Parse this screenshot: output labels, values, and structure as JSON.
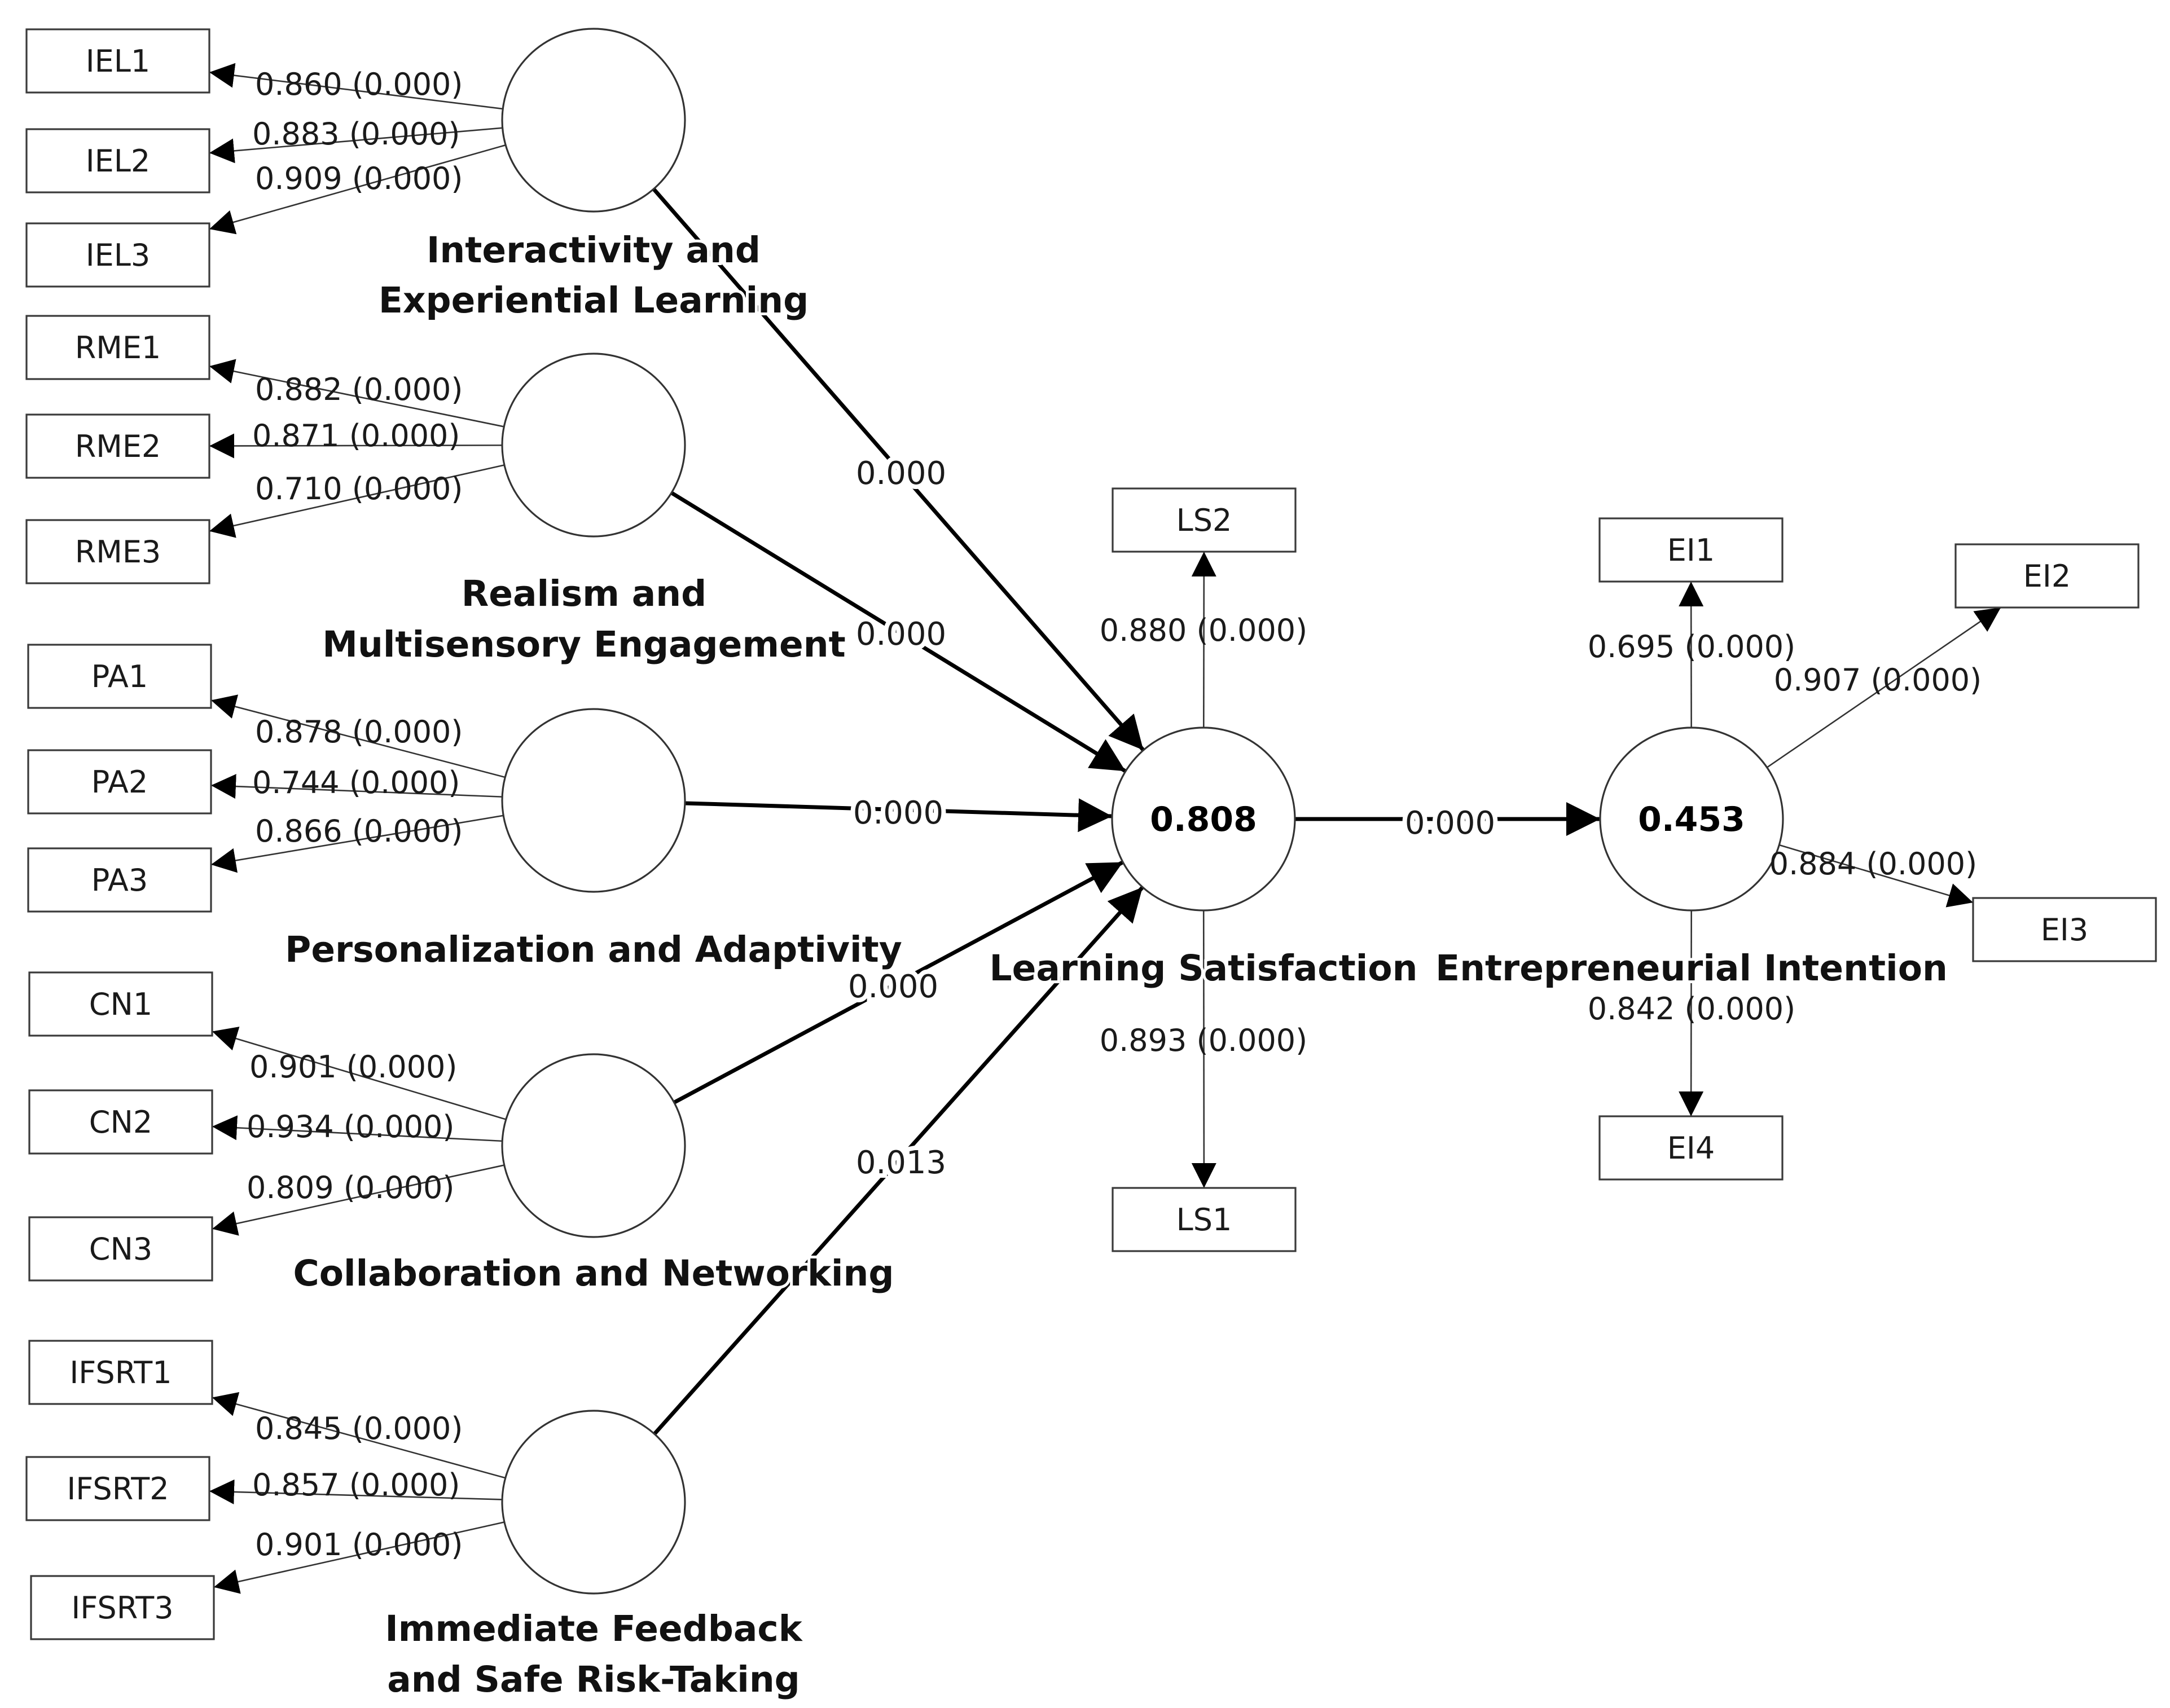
{
  "constructs": [
    {
      "id": "IEL",
      "name_lines": [
        "Interactivity and",
        "Experiential Learning"
      ],
      "r2": ""
    },
    {
      "id": "RME",
      "name_lines": [
        "Realism and",
        "Multisensory Engagement"
      ],
      "r2": ""
    },
    {
      "id": "PA",
      "name_lines": [
        "Personalization and Adaptivity"
      ],
      "r2": ""
    },
    {
      "id": "CN",
      "name_lines": [
        "Collaboration and Networking"
      ],
      "r2": ""
    },
    {
      "id": "IFSRT",
      "name_lines": [
        "Immediate Feedback",
        "and Safe Risk-Taking"
      ],
      "r2": ""
    },
    {
      "id": "LS",
      "name_lines": [
        "Learning Satisfaction"
      ],
      "r2": "0.808"
    },
    {
      "id": "EI",
      "name_lines": [
        "Entrepreneurial Intention"
      ],
      "r2": "0.453"
    }
  ],
  "indicators": [
    {
      "id": "IEL1",
      "label": "IEL1",
      "construct": "IEL",
      "loading": "0.860 (0.000)"
    },
    {
      "id": "IEL2",
      "label": "IEL2",
      "construct": "IEL",
      "loading": "0.883 (0.000)"
    },
    {
      "id": "IEL3",
      "label": "IEL3",
      "construct": "IEL",
      "loading": "0.909 (0.000)"
    },
    {
      "id": "RME1",
      "label": "RME1",
      "construct": "RME",
      "loading": "0.882 (0.000)"
    },
    {
      "id": "RME2",
      "label": "RME2",
      "construct": "RME",
      "loading": "0.871 (0.000)"
    },
    {
      "id": "RME3",
      "label": "RME3",
      "construct": "RME",
      "loading": "0.710 (0.000)"
    },
    {
      "id": "PA1",
      "label": "PA1",
      "construct": "PA",
      "loading": "0.878 (0.000)"
    },
    {
      "id": "PA2",
      "label": "PA2",
      "construct": "PA",
      "loading": "0.744 (0.000)"
    },
    {
      "id": "PA3",
      "label": "PA3",
      "construct": "PA",
      "loading": "0.866 (0.000)"
    },
    {
      "id": "CN1",
      "label": "CN1",
      "construct": "CN",
      "loading": "0.901 (0.000)"
    },
    {
      "id": "CN2",
      "label": "CN2",
      "construct": "CN",
      "loading": "0.934 (0.000)"
    },
    {
      "id": "CN3",
      "label": "CN3",
      "construct": "CN",
      "loading": "0.809 (0.000)"
    },
    {
      "id": "IFSRT1",
      "label": "IFSRT1",
      "construct": "IFSRT",
      "loading": "0.845 (0.000)"
    },
    {
      "id": "IFSRT2",
      "label": "IFSRT2",
      "construct": "IFSRT",
      "loading": "0.857 (0.000)"
    },
    {
      "id": "IFSRT3",
      "label": "IFSRT3",
      "construct": "IFSRT",
      "loading": "0.901 (0.000)"
    },
    {
      "id": "LS1",
      "label": "LS1",
      "construct": "LS",
      "loading": "0.893 (0.000)"
    },
    {
      "id": "LS2",
      "label": "LS2",
      "construct": "LS",
      "loading": "0.880 (0.000)"
    },
    {
      "id": "EI1",
      "label": "EI1",
      "construct": "EI",
      "loading": "0.695 (0.000)"
    },
    {
      "id": "EI2",
      "label": "EI2",
      "construct": "EI",
      "loading": "0.907 (0.000)"
    },
    {
      "id": "EI3",
      "label": "EI3",
      "construct": "EI",
      "loading": "0.884 (0.000)"
    },
    {
      "id": "EI4",
      "label": "EI4",
      "construct": "EI",
      "loading": "0.842 (0.000)"
    }
  ],
  "paths": [
    {
      "from": "IEL",
      "to": "LS",
      "label": "0.000"
    },
    {
      "from": "RME",
      "to": "LS",
      "label": "0.000"
    },
    {
      "from": "PA",
      "to": "LS",
      "label": "0.000"
    },
    {
      "from": "CN",
      "to": "LS",
      "label": "0.000"
    },
    {
      "from": "IFSRT",
      "to": "LS",
      "label": "0.013"
    },
    {
      "from": "LS",
      "to": "EI",
      "label": "0.000"
    }
  ]
}
